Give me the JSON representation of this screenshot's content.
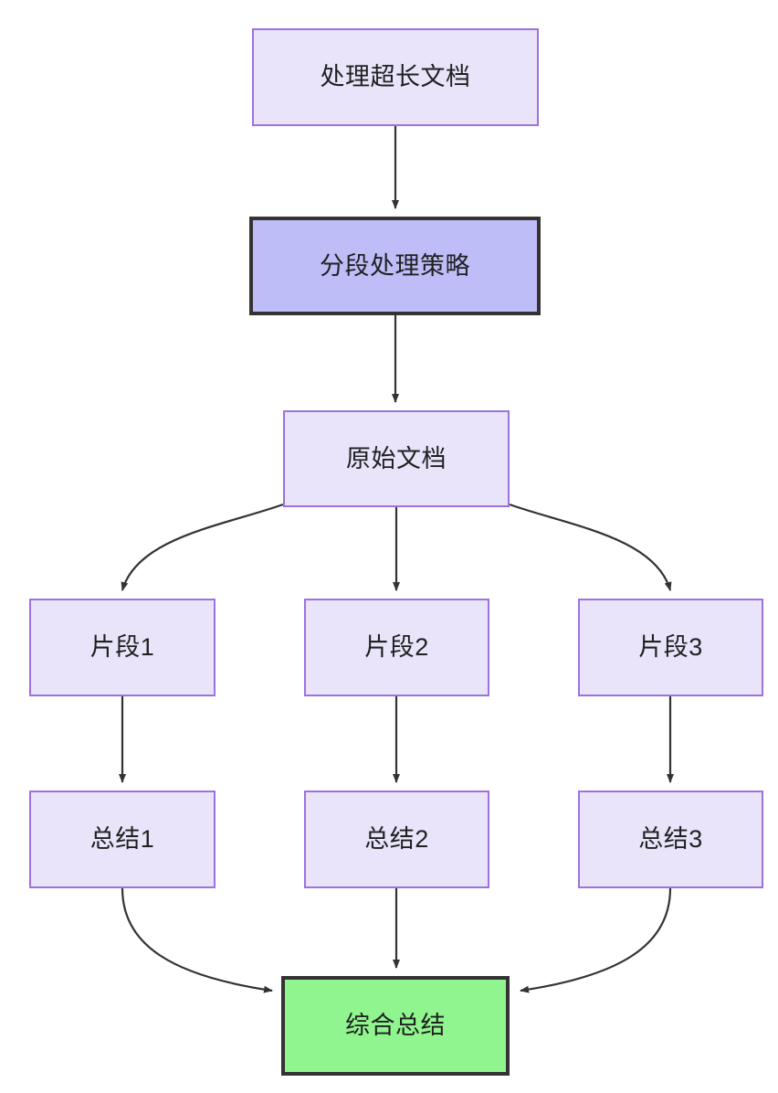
{
  "diagram": {
    "type": "flowchart",
    "direction": "top-to-bottom",
    "background_color": "#ffffff",
    "palette": {
      "node_fill": "#e9e4fa",
      "node_border": "#9b72e0",
      "emphasis_purple_fill": "#bfbdf8",
      "emphasis_green_fill": "#90f58f",
      "emphasis_border": "#333333",
      "edge_color": "#333333",
      "label_color": "#1f2020"
    },
    "nodes": [
      {
        "id": "doc-input",
        "label": "处理超长文档",
        "style": "plain"
      },
      {
        "id": "chunk-strategy",
        "label": "分段处理策略",
        "style": "emphasis-purple"
      },
      {
        "id": "source-doc",
        "label": "原始文档",
        "style": "plain"
      },
      {
        "id": "fragment-1",
        "label": "片段1",
        "style": "plain"
      },
      {
        "id": "fragment-2",
        "label": "片段2",
        "style": "plain"
      },
      {
        "id": "fragment-3",
        "label": "片段3",
        "style": "plain"
      },
      {
        "id": "summary-1",
        "label": "总结1",
        "style": "plain"
      },
      {
        "id": "summary-2",
        "label": "总结2",
        "style": "plain"
      },
      {
        "id": "summary-3",
        "label": "总结3",
        "style": "plain"
      },
      {
        "id": "final-summary",
        "label": "综合总结",
        "style": "emphasis-green"
      }
    ],
    "edges": [
      {
        "from": "doc-input",
        "to": "chunk-strategy",
        "shape": "straight"
      },
      {
        "from": "chunk-strategy",
        "to": "source-doc",
        "shape": "straight"
      },
      {
        "from": "source-doc",
        "to": "fragment-1",
        "shape": "curve"
      },
      {
        "from": "source-doc",
        "to": "fragment-2",
        "shape": "straight"
      },
      {
        "from": "source-doc",
        "to": "fragment-3",
        "shape": "curve"
      },
      {
        "from": "fragment-1",
        "to": "summary-1",
        "shape": "straight"
      },
      {
        "from": "fragment-2",
        "to": "summary-2",
        "shape": "straight"
      },
      {
        "from": "fragment-3",
        "to": "summary-3",
        "shape": "straight"
      },
      {
        "from": "summary-1",
        "to": "final-summary",
        "shape": "curve"
      },
      {
        "from": "summary-2",
        "to": "final-summary",
        "shape": "straight"
      },
      {
        "from": "summary-3",
        "to": "final-summary",
        "shape": "curve"
      }
    ]
  }
}
